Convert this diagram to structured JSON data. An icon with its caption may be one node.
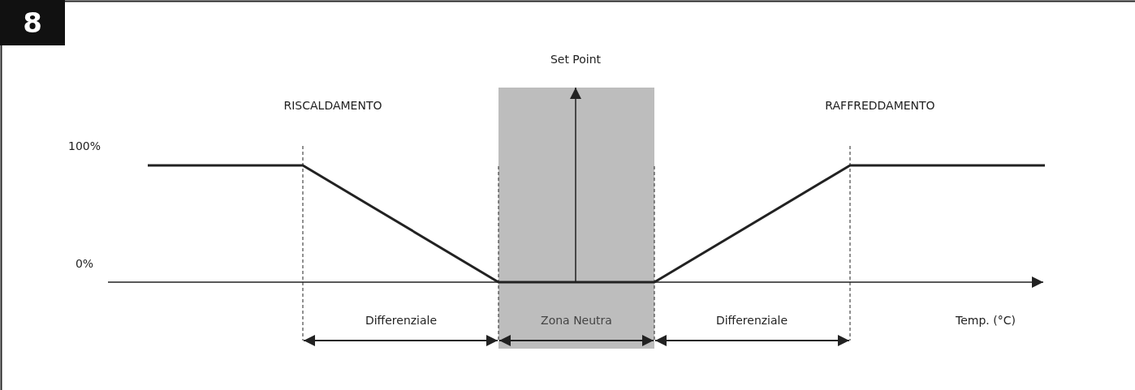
{
  "diagram": {
    "labels": [
      "8",
      "Set Point",
      "RISCALDAMENTO",
      "RAFFREDDAMENTO",
      "100%",
      "0%",
      "Differenziale",
      "Zona Neutra",
      "Differenziale",
      "Temp. (°C)"
    ]
  }
}
